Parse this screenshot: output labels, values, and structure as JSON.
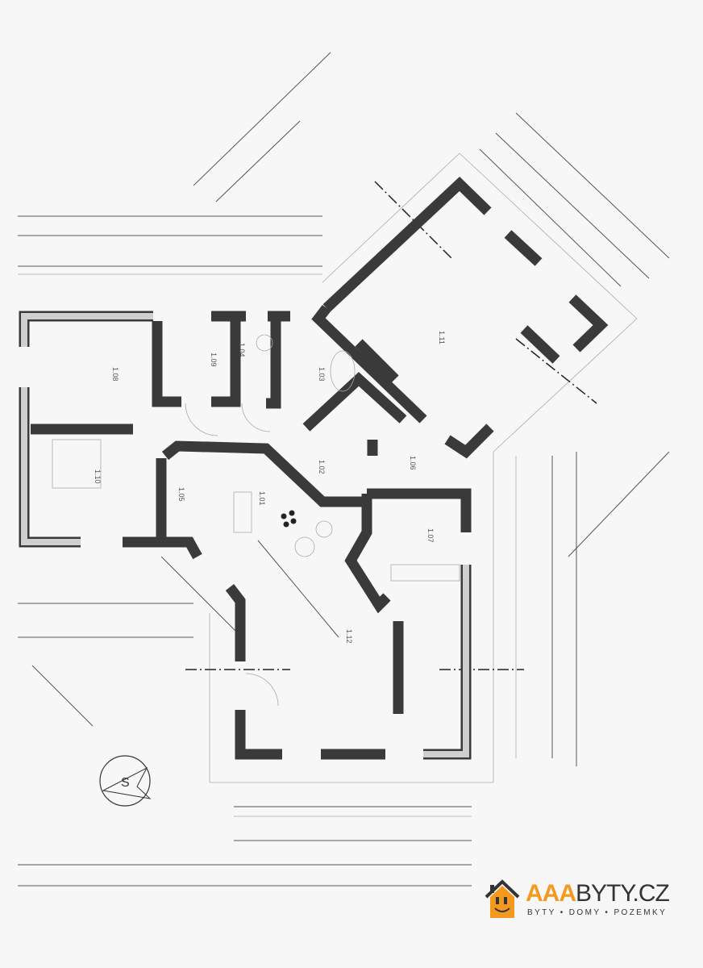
{
  "plan": {
    "rooms": [
      "1.08",
      "1.09",
      "1.04",
      "1.03",
      "1.10",
      "1.05",
      "1.01",
      "1.02",
      "1.06",
      "1.07",
      "1.11",
      "1.12"
    ],
    "compass_label": "S"
  },
  "logo": {
    "brand_accent": "AAA",
    "brand_main": "BYTY.CZ",
    "tagline": "BYTY • DOMY • POZEMKY",
    "accent_color": "#f39a1e"
  }
}
